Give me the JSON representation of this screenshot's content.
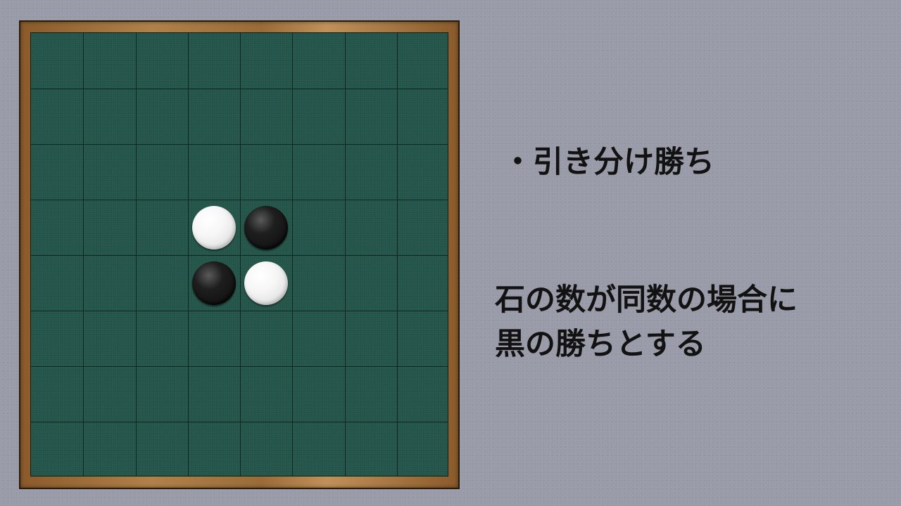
{
  "board": {
    "size": 8,
    "stones": [
      {
        "row": 3,
        "col": 3,
        "color": "white"
      },
      {
        "row": 3,
        "col": 4,
        "color": "black"
      },
      {
        "row": 4,
        "col": 3,
        "color": "black"
      },
      {
        "row": 4,
        "col": 4,
        "color": "white"
      }
    ],
    "colors": {
      "felt": "#245549",
      "frame": "#9a6b38",
      "grid_line": "#0f2520",
      "background": "#9a9ba9"
    }
  },
  "rules": {
    "title": "・引き分け勝ち",
    "description_lines": [
      "石の数が同数の場合に",
      "黒の勝ちとする"
    ]
  }
}
